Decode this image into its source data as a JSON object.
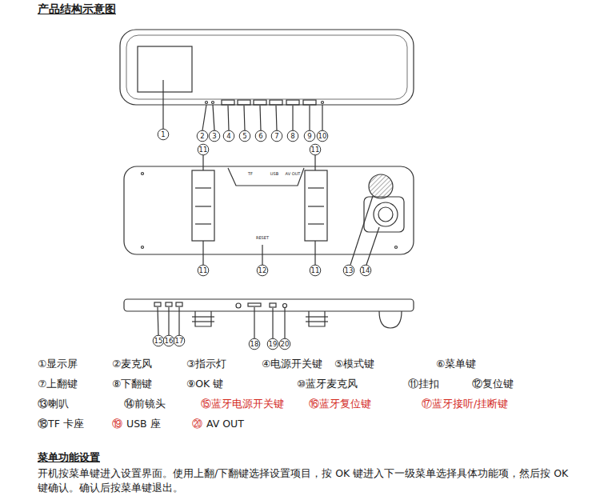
{
  "diagram": {
    "title": "产品结构示意图",
    "labels": [
      "1",
      "2",
      "3",
      "4",
      "5",
      "6",
      "7",
      "8",
      "9",
      "10",
      "11",
      "11",
      "TF",
      "USB",
      "AV OUT",
      "RESET",
      "11",
      "12",
      "13",
      "14",
      "11",
      "15",
      "16",
      "17",
      "18",
      "19",
      "20",
      "①显示屏",
      "②麦克风",
      "③指示灯",
      "④电源开关键",
      "⑤模式键",
      "⑥菜单键",
      "⑦上翻键",
      "⑧下翻键",
      "⑨OK 键",
      "⑩蓝牙麦克风",
      "⑪挂扣",
      "⑫复位键",
      "⑬喇叭",
      "⑭前镜头",
      "⑮蓝牙电源开关键",
      "⑯蓝牙复位键",
      "⑰蓝牙接听/挂断键",
      "⑱TF 卡座",
      "⑲",
      "USB 座",
      "⑳",
      "AV OUT",
      "菜单功能设置",
      "开机按菜单键进入设置界面。使用上翻/下翻键选择设置项目，按 OK 键进入下一级菜单选择具体功能项，然后按 OK 键确认。确认后按菜单键退出。"
    ]
  }
}
